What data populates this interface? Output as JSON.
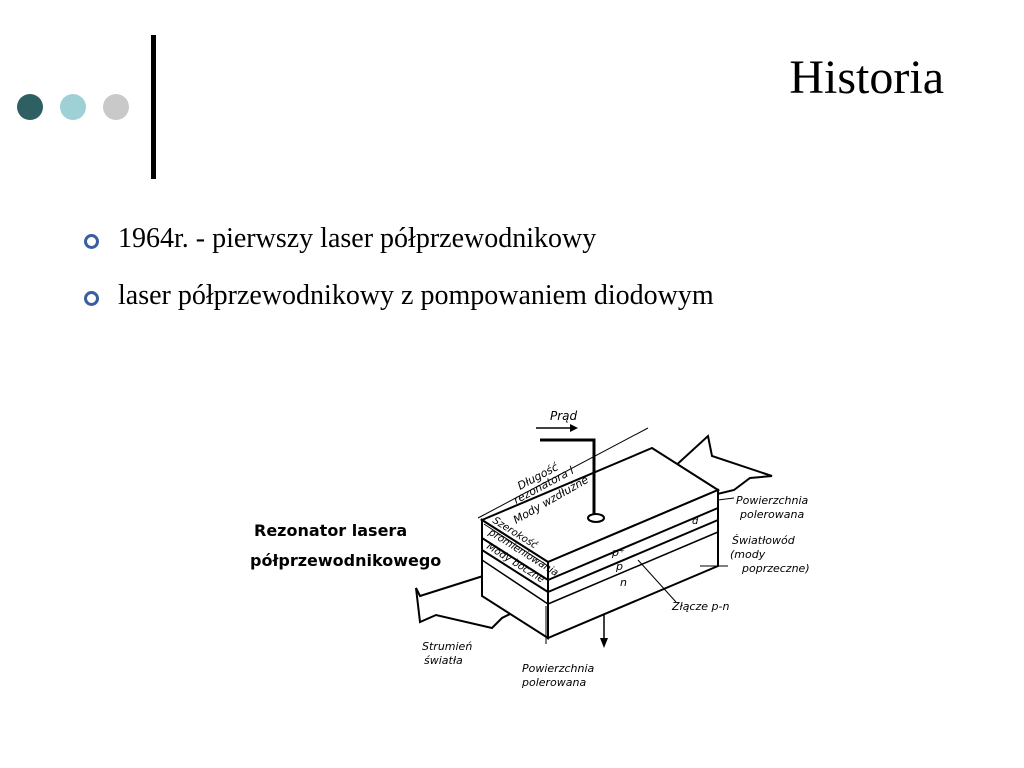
{
  "slide": {
    "title": "Historia",
    "bullets": [
      "1964r. - pierwszy laser półprzewodnikowy",
      "laser  półprzewodnikowy z pompowaniem diodowym"
    ]
  },
  "colors": {
    "dot_dark": "#2e5f63",
    "dot_light": "#9fd0d6",
    "dot_gray": "#c9c9c9",
    "bullet": "#3b5f9e"
  },
  "diagram": {
    "caption_line1": "Rezonator lasera",
    "caption_line2": "półprzewodnikowego",
    "label_prad": "Prąd",
    "label_dlugosc": "Długość",
    "label_rezonatora": "rezonatora l",
    "label_mody_wzdluzne": "Mody wzdłużne",
    "label_szerokosc": "Szerokość",
    "label_promieniowania": "promieniowania",
    "label_mody_boczne": "Mody boczne",
    "label_powierzchnia_top": "Powierzchnia",
    "label_polerowana_top": "polerowana",
    "label_swiatlowod": "Światłowód",
    "label_mody": "(mody",
    "label_poprzeczne": "poprzeczne)",
    "label_zlacze": "Złącze p-n",
    "label_strumien": "Strumień",
    "label_swiatla": "światła",
    "label_powierzchnia_bottom": "Powierzchnia",
    "label_polerowana_bottom": "polerowana",
    "layer_p_plus": "p⁺",
    "layer_p": "p",
    "layer_n": "n",
    "label_d": "d"
  }
}
